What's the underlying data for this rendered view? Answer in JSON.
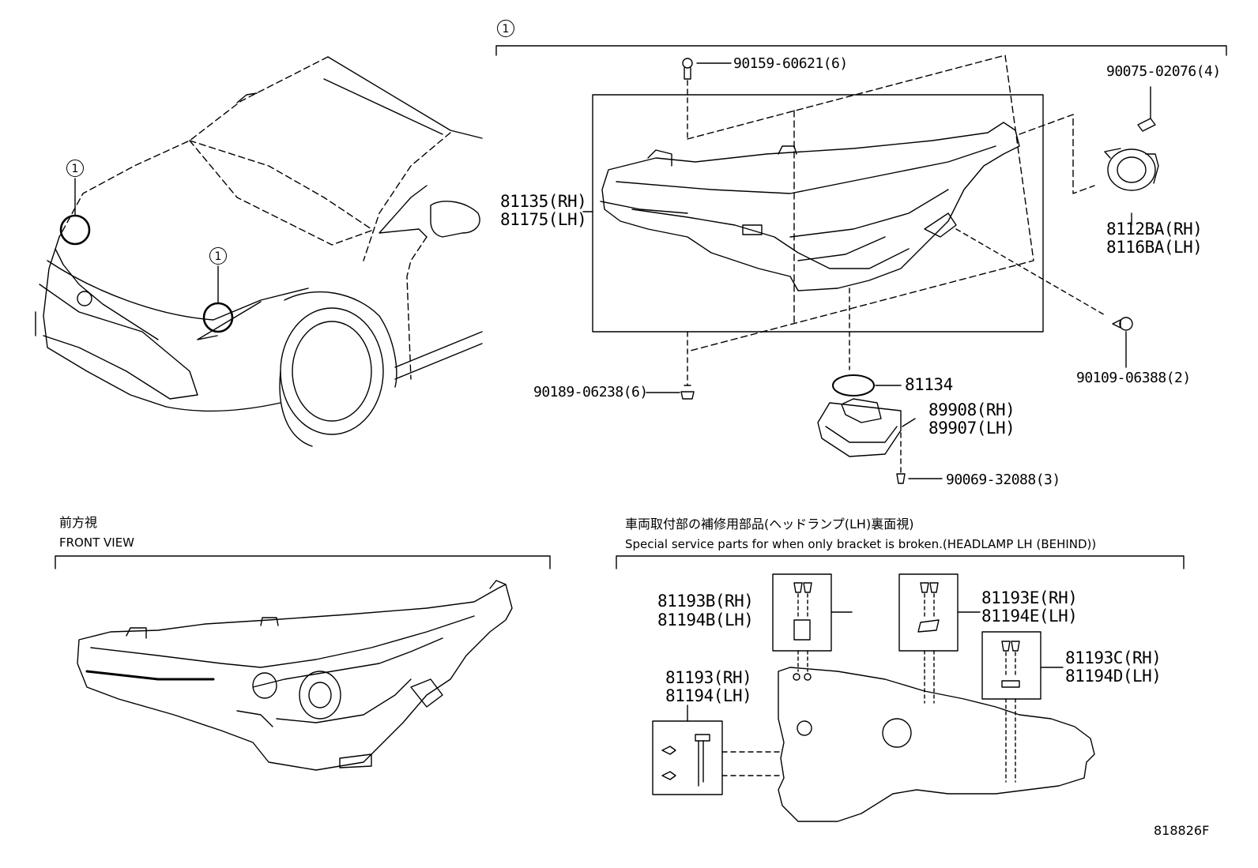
{
  "callout": {
    "assembly_marker": "1"
  },
  "parts": {
    "bolt_top": "90159-60621(6)",
    "bolt_bottom": "90189-06238(6)",
    "headlamp_rh": "81135(RH)",
    "headlamp_lh": "81175(LH)",
    "screw_top_right": "90075-02076(4)",
    "leveling_rh": "8112BA(RH)",
    "leveling_lh": "8116BA(LH)",
    "screw_right": "90109-06388(2)",
    "gasket": "81134",
    "computer_rh": "89908(RH)",
    "computer_lh": "89907(LH)",
    "screw_computer": "90069-32088(3)",
    "bracket_b_rh": "81193B(RH)",
    "bracket_b_lh": "81194B(LH)",
    "bracket_e_rh": "81193E(RH)",
    "bracket_e_lh": "81194E(LH)",
    "bracket_c_rh": "81193C(RH)",
    "bracket_d_lh": "81194D(LH)",
    "bracket_rh": "81193(RH)",
    "bracket_lh": "81194(LH)"
  },
  "views": {
    "front_jp": "前方視",
    "front_en": "FRONT VIEW",
    "service_jp": "車両取付部の補修用部品(ヘッドランプ(LH)裏面視)",
    "service_en": "Special service parts for when only bracket is broken.(HEADLAMP LH (BEHIND))"
  },
  "diagram_code": "818826F"
}
